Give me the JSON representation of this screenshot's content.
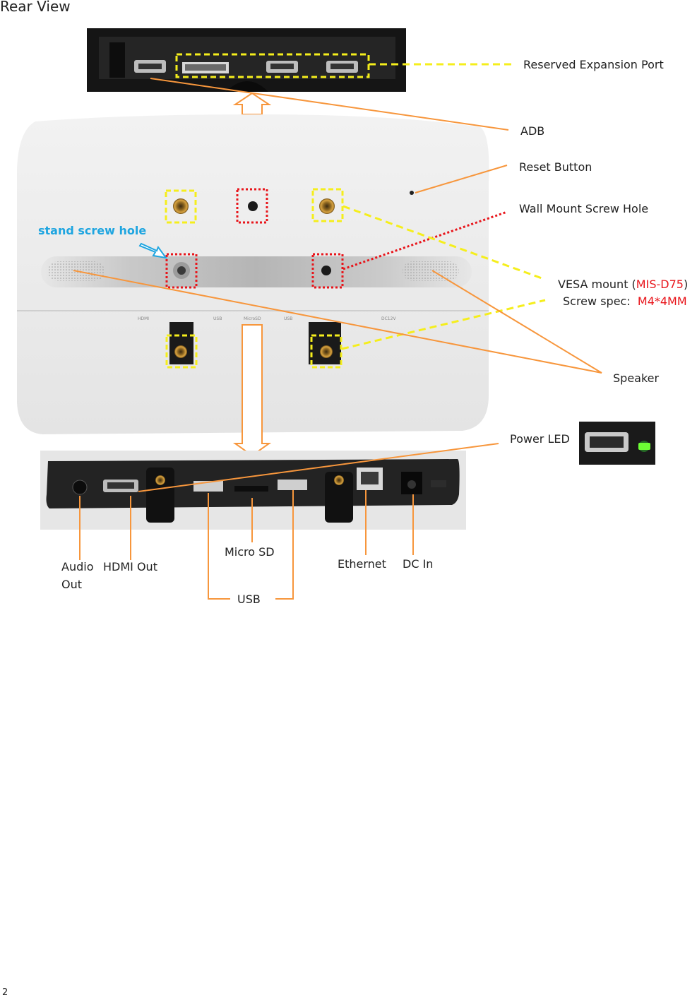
{
  "title": "Rear View",
  "labels": {
    "reserved_expansion_port": "Reserved Expansion Port",
    "adb": "ADB",
    "reset_button": "Reset Button",
    "wall_mount_screw_hole": "Wall Mount Screw Hole",
    "stand_screw_hole": "stand screw hole",
    "vesa_mount_prefix": "VESA mount (",
    "vesa_mount_model": "MIS-D75",
    "vesa_mount_suffix": ")",
    "screw_spec_prefix": "Screw spec:",
    "screw_spec_value": "M4*4MM",
    "speaker": "Speaker",
    "power_led": "Power LED",
    "audio_out_line1": "Audio",
    "audio_out_line2": "Out",
    "hdmi_out": "HDMI Out",
    "micro_sd": "Micro SD",
    "usb": "USB",
    "ethernet": "Ethernet",
    "dc_in": "DC In"
  },
  "panel_print": {
    "hdmi": "HDMI",
    "usb_left": "USB",
    "microsd": "MicroSD",
    "usb_right": "USB",
    "dc12v": "DC12V"
  },
  "page_number": "2",
  "colors": {
    "leader_orange": "#f7963c",
    "vesa_yellow": "#f5ee1c",
    "wall_mount_red": "#e8151b",
    "stand_blue": "#1ea5e0"
  }
}
